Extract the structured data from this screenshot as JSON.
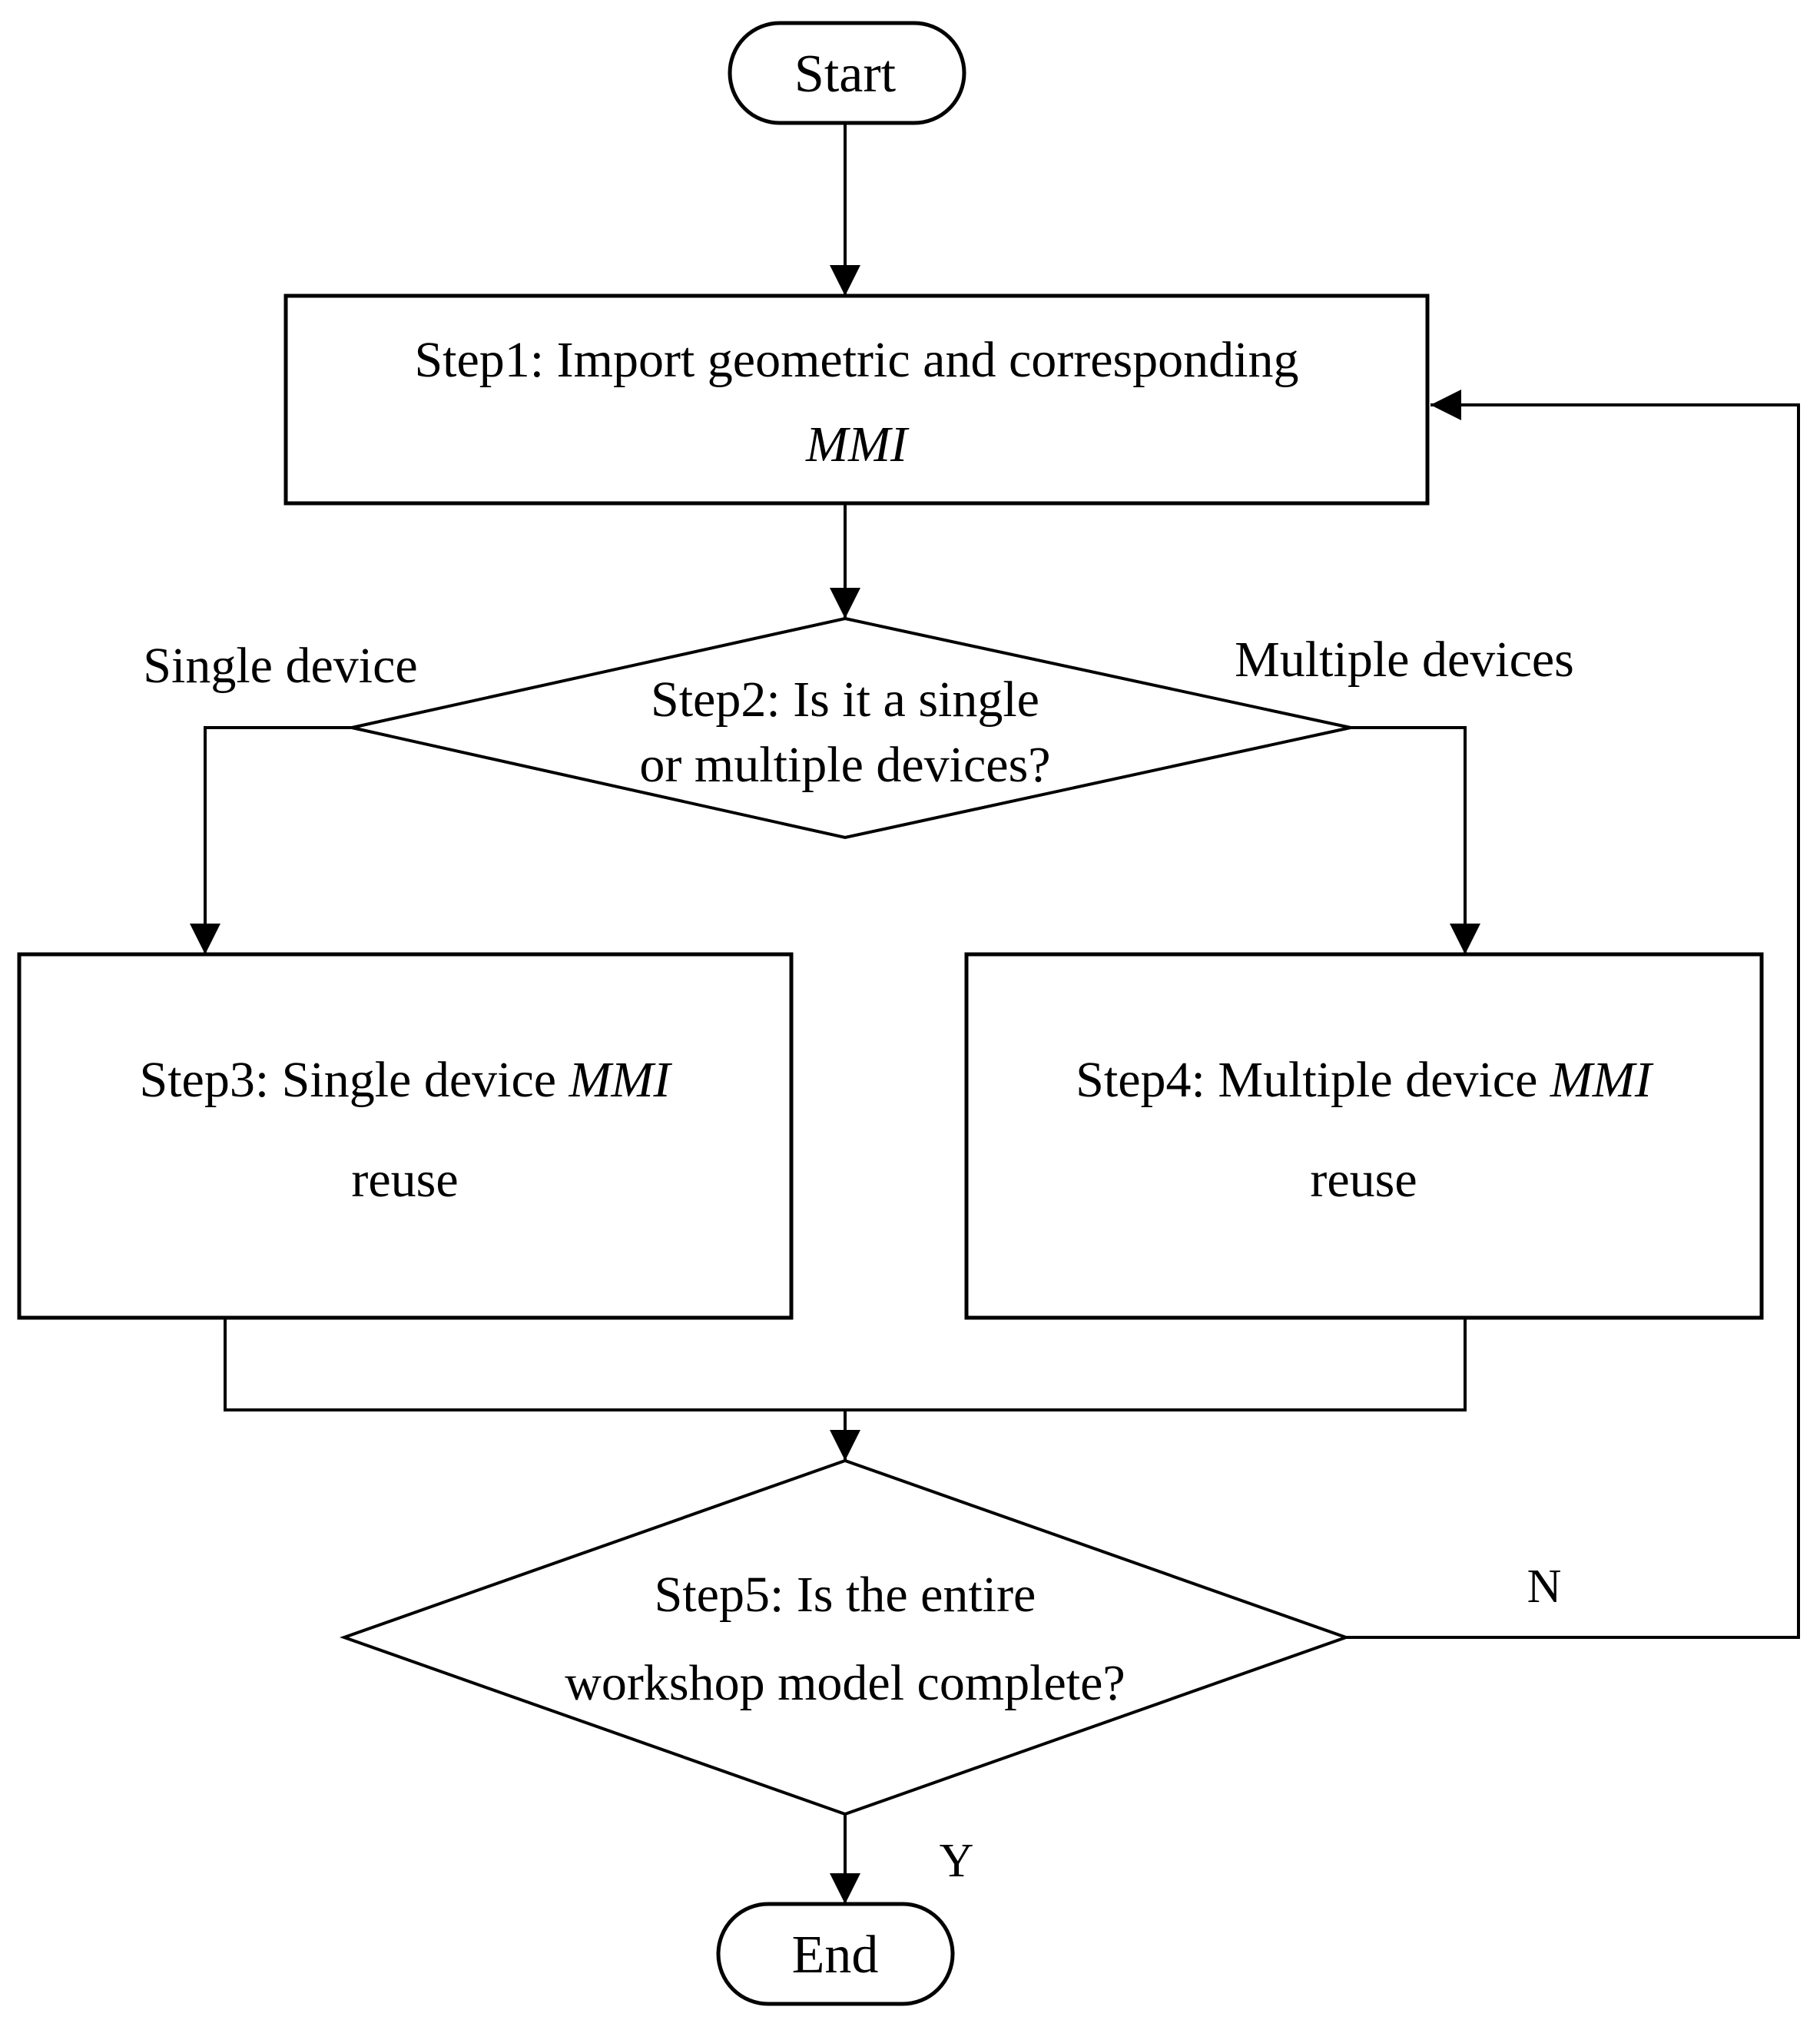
{
  "flowchart": {
    "nodes": {
      "start": {
        "label": "Start"
      },
      "step1": {
        "line1": "Step1: Import geometric and corresponding",
        "line2_italic": "MMI"
      },
      "step2": {
        "line1": "Step2: Is it a single",
        "line2": "or multiple devices?"
      },
      "step3": {
        "line1_text": "Step3: Single device ",
        "line1_italic": "MMI",
        "line2": "reuse"
      },
      "step4": {
        "line1_text": "Step4: Multiple device ",
        "line1_italic": "MMI",
        "line2": "reuse"
      },
      "step5": {
        "line1": "Step5: Is the entire",
        "line2": "workshop model complete?"
      },
      "end": {
        "label": "End"
      }
    },
    "edge_labels": {
      "single_device": "Single device",
      "multiple_devices": "Multiple devices",
      "no": "N",
      "yes": "Y"
    },
    "colors": {
      "stroke": "#000000",
      "background": "#ffffff"
    }
  }
}
